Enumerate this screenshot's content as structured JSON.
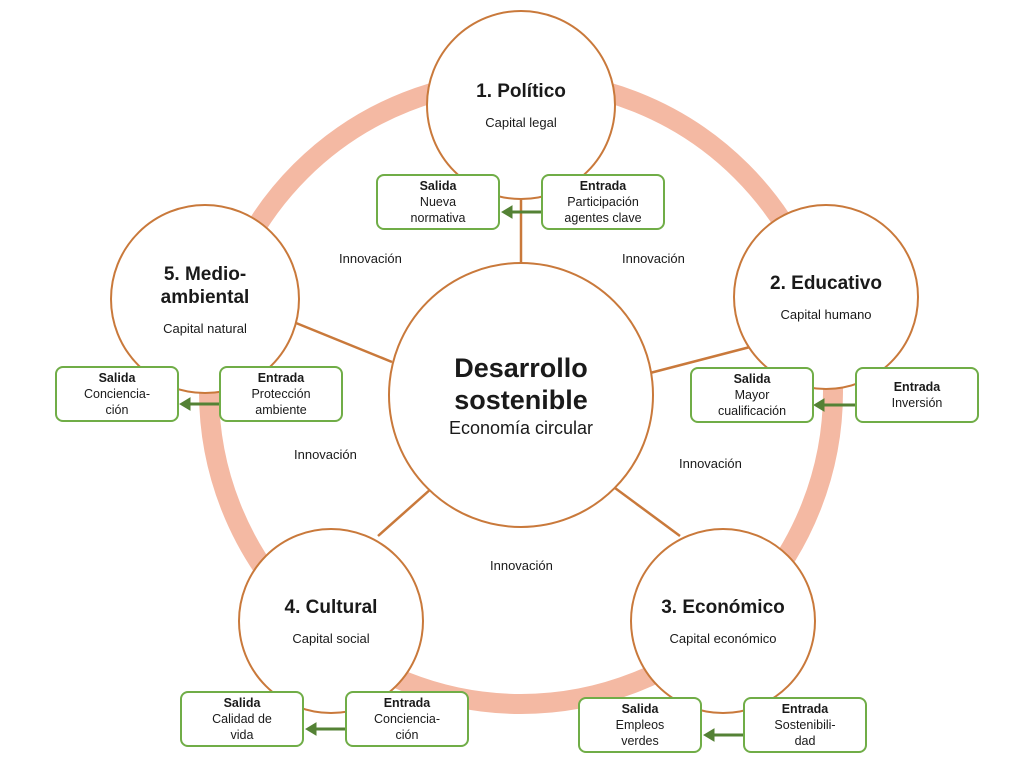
{
  "colors": {
    "ring": "#f4b9a3",
    "node_border": "#c9793b",
    "box_border": "#70ad47",
    "arrow": "#548235"
  },
  "center": {
    "title_line1": "Desarrollo",
    "title_line2": "sostenible",
    "subtitle": "Economía circular"
  },
  "nodes": [
    {
      "title": "1. Político",
      "subtitle": "Capital legal",
      "salida": {
        "label": "Salida",
        "text": "Nueva\nnormativa"
      },
      "entrada": {
        "label": "Entrada",
        "text": "Participación\nagentes clave"
      }
    },
    {
      "title": "2. Educativo",
      "subtitle": "Capital humano",
      "salida": {
        "label": "Salida",
        "text": "Mayor\ncualificación"
      },
      "entrada": {
        "label": "Entrada",
        "text": "Inversión"
      }
    },
    {
      "title": "3. Económico",
      "subtitle": "Capital económico",
      "salida": {
        "label": "Salida",
        "text": "Empleos\nverdes"
      },
      "entrada": {
        "label": "Entrada",
        "text": "Sostenibili-\ndad"
      }
    },
    {
      "title": "4. Cultural",
      "subtitle": "Capital social",
      "salida": {
        "label": "Salida",
        "text": "Calidad de\nvida"
      },
      "entrada": {
        "label": "Entrada",
        "text": "Conciencia-\nción"
      }
    },
    {
      "title_line1": "5. Medio-",
      "title_line2": "ambiental",
      "subtitle": "Capital natural",
      "salida": {
        "label": "Salida",
        "text": "Conciencia-\nción"
      },
      "entrada": {
        "label": "Entrada",
        "text": "Protección\nambiente"
      }
    }
  ],
  "innovation_labels": [
    "Innovación",
    "Innovación",
    "Innovación",
    "Innovación",
    "Innovación"
  ]
}
